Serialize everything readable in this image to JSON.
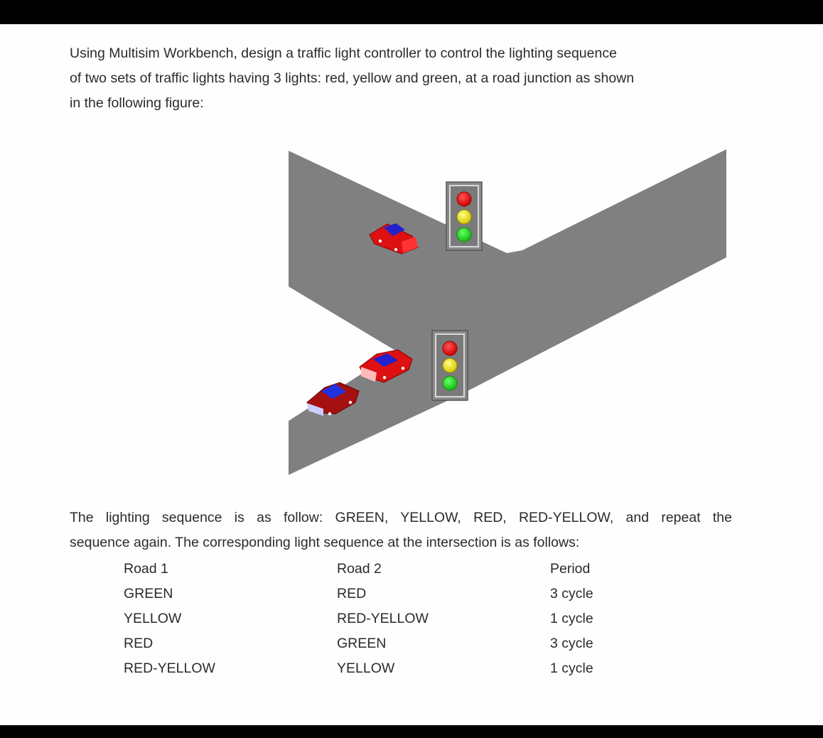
{
  "document": {
    "intro_lines": [
      "Using Multisim Workbench, design a traffic light controller to control the lighting sequence",
      "of two sets of traffic lights having 3 lights: red, yellow and green, at a road junction as shown",
      "in the following figure:"
    ],
    "sequence_lines": [
      "The lighting sequence is as follow: GREEN, YELLOW, RED, RED-YELLOW, and repeat the",
      "sequence again. The corresponding light sequence at the intersection is as follows:"
    ],
    "figure": {
      "road_color": "#808080",
      "traffic_lights": [
        {
          "name": "upper-traffic-light",
          "lights": [
            "red",
            "yellow",
            "green"
          ]
        },
        {
          "name": "lower-traffic-light",
          "lights": [
            "red",
            "yellow",
            "green"
          ]
        }
      ],
      "cars": 3,
      "colors": {
        "red": "#ee1111",
        "yellow": "#f2ee22",
        "green": "#22dd22",
        "car_body": "#dd1111",
        "car_window": "#2222cc"
      }
    },
    "table": {
      "headers": [
        "Road 1",
        "Road 2",
        "Period"
      ],
      "rows": [
        [
          "GREEN",
          "RED",
          "3 cycle"
        ],
        [
          "YELLOW",
          "RED-YELLOW",
          "1 cycle"
        ],
        [
          "RED",
          "GREEN",
          "3 cycle"
        ],
        [
          "RED-YELLOW",
          "YELLOW",
          "1 cycle"
        ]
      ]
    }
  }
}
